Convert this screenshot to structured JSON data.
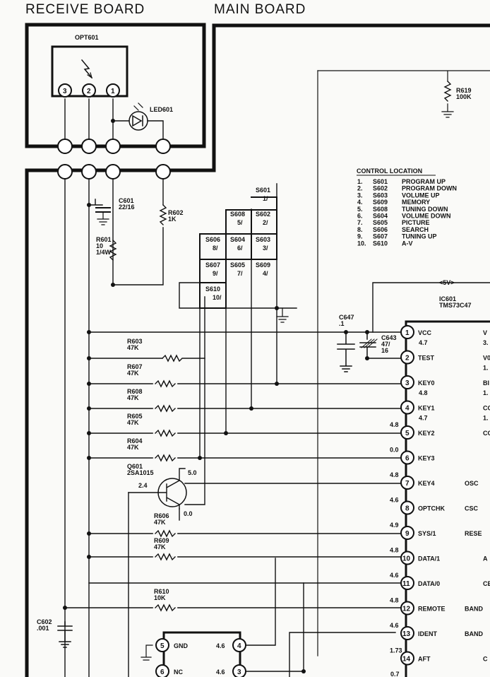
{
  "headers": {
    "receive": "RECEIVE BOARD",
    "main": "MAIN BOARD"
  },
  "receive_board": {
    "sensor": "OPT601",
    "pins": [
      "3",
      "2",
      "1"
    ],
    "led": "LED601"
  },
  "components": {
    "c601": [
      "C601",
      "22/16"
    ],
    "r602": [
      "R602",
      "1K"
    ],
    "r601": [
      "R601",
      "10",
      "1/4W"
    ],
    "r619": [
      "R619",
      "100K"
    ],
    "c647": [
      "C647",
      ".1"
    ],
    "c643": [
      "C643",
      "47/",
      "16"
    ],
    "c602": [
      "C602",
      ".001"
    ],
    "r603": [
      "R603",
      "47K"
    ],
    "r607": [
      "R607",
      "47K"
    ],
    "r608": [
      "R608",
      "47K"
    ],
    "r605": [
      "R605",
      "47K"
    ],
    "r604": [
      "R604",
      "47K"
    ],
    "q601": [
      "Q601",
      "2SA1015"
    ],
    "q601_v": [
      "2.4",
      "5.0",
      "0.0"
    ],
    "r606": [
      "R606",
      "47K"
    ],
    "r609": [
      "R609",
      "47K"
    ],
    "r610": [
      "R610",
      "10K"
    ],
    "ic601": [
      "IC601",
      "TMS73C47"
    ],
    "supply": "<5V>"
  },
  "switch_matrix": [
    {
      "id": "S601",
      "n": "1/"
    },
    {
      "id": "S608",
      "n": "5/"
    },
    {
      "id": "S602",
      "n": "2/"
    },
    {
      "id": "S606",
      "n": "8/"
    },
    {
      "id": "S604",
      "n": "6/"
    },
    {
      "id": "S603",
      "n": "3/"
    },
    {
      "id": "S607",
      "n": "9/"
    },
    {
      "id": "S605",
      "n": "7/"
    },
    {
      "id": "S609",
      "n": "4/"
    },
    {
      "id": "S610",
      "n": "10/"
    }
  ],
  "control_location": {
    "title": "CONTROL LOCATION",
    "rows": [
      {
        "n": "1.",
        "sw": "S601",
        "fn": "PROGRAM UP"
      },
      {
        "n": "2.",
        "sw": "S602",
        "fn": "PROGRAM DOWN"
      },
      {
        "n": "3.",
        "sw": "S603",
        "fn": "VOLUME UP"
      },
      {
        "n": "4.",
        "sw": "S609",
        "fn": "MEMORY"
      },
      {
        "n": "5.",
        "sw": "S608",
        "fn": "TUNING DOWN"
      },
      {
        "n": "6.",
        "sw": "S604",
        "fn": "VOLUME DOWN"
      },
      {
        "n": "7.",
        "sw": "S605",
        "fn": "PICTURE"
      },
      {
        "n": "8.",
        "sw": "S606",
        "fn": "SEARCH"
      },
      {
        "n": "9.",
        "sw": "S607",
        "fn": "TUNING UP"
      },
      {
        "n": "10.",
        "sw": "S610",
        "fn": "A-V"
      }
    ]
  },
  "ic_pins": [
    {
      "n": "1",
      "name": "VCC",
      "vin": "",
      "vbelow": "4.7",
      "right": "V",
      "right2": "3."
    },
    {
      "n": "2",
      "name": "TEST",
      "vin": "",
      "vbelow": "",
      "right": "V0",
      "right2": "1."
    },
    {
      "n": "3",
      "name": "KEY0",
      "vin": "",
      "vbelow": "4.8",
      "right": "BI",
      "right2": "1."
    },
    {
      "n": "4",
      "name": "KEY1",
      "vin": "",
      "vbelow": "4.7",
      "right": "CC",
      "right2": "1."
    },
    {
      "n": "5",
      "name": "KEY2",
      "vin": "4.8",
      "vbelow": "",
      "right": "CC",
      "right2": ""
    },
    {
      "n": "6",
      "name": "KEY3",
      "vin": "0.0",
      "vbelow": "",
      "right": "",
      "right2": ""
    },
    {
      "n": "7",
      "name": "KEY4",
      "vin": "4.8",
      "vbelow": "",
      "right": "OSC",
      "right2": ""
    },
    {
      "n": "8",
      "name": "OPTCHK",
      "vin": "4.6",
      "vbelow": "",
      "right": "CSC",
      "right2": ""
    },
    {
      "n": "9",
      "name": "SYS/1",
      "vin": "4.9",
      "vbelow": "",
      "right": "RESE",
      "right2": ""
    },
    {
      "n": "10",
      "name": "DATA/1",
      "vin": "4.8",
      "vbelow": "",
      "right": "A",
      "right2": ""
    },
    {
      "n": "11",
      "name": "DATA/0",
      "vin": "4.6",
      "vbelow": "",
      "right": "CE",
      "right2": ""
    },
    {
      "n": "12",
      "name": "REMOTE",
      "vin": "4.8",
      "vbelow": "",
      "right": "BAND",
      "right2": ""
    },
    {
      "n": "13",
      "name": "IDENT",
      "vin": "4.6",
      "vbelow": "",
      "right": "BAND",
      "right2": ""
    },
    {
      "n": "14",
      "name": "AFT",
      "vin": "1.73",
      "vbelow": "",
      "right": "C",
      "right2": ""
    }
  ],
  "connector": {
    "left_pins": [
      {
        "n": "5",
        "name": "GND"
      },
      {
        "n": "6",
        "name": "NC"
      }
    ],
    "right_pins": [
      {
        "n": "4",
        "v": "4.6"
      },
      {
        "n": "3",
        "v": "4.6"
      }
    ]
  },
  "bottom_voltage": "0.7"
}
